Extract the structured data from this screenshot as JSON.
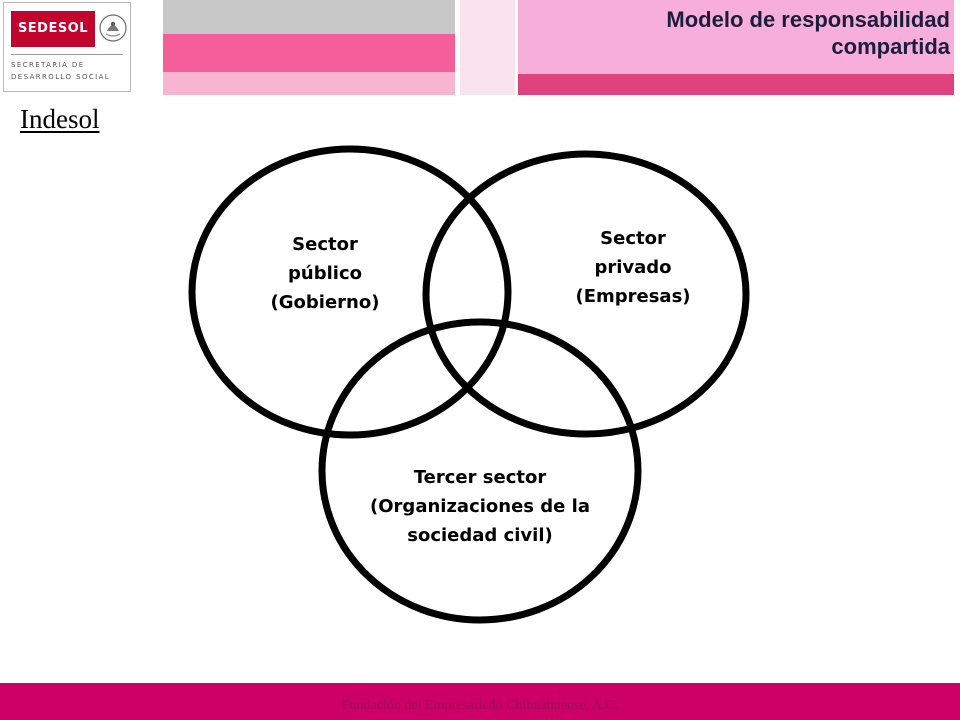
{
  "header": {
    "logo_brand": "SEDESOL",
    "logo_subtitle_line1": "SECRETARÍA DE",
    "logo_subtitle_line2": "DESARROLLO SOCIAL",
    "title_line1": "Modelo de responsabilidad",
    "title_line2": "compartida",
    "colors": {
      "brand_red": "#c2032d",
      "pink": "#f45e9b",
      "light_pink": "#f7b5d2",
      "title_bg": "#f7aedb",
      "accent_magenta": "#cc0066"
    }
  },
  "subheading": "Indesol",
  "diagram": {
    "circles": [
      {
        "name": "public",
        "lines": [
          "Sector",
          "público",
          "(Gobierno)"
        ]
      },
      {
        "name": "private",
        "lines": [
          "Sector",
          "privado",
          "(Empresas)"
        ]
      },
      {
        "name": "third",
        "lines": [
          "Tercer sector",
          "(Organizaciones de la",
          "sociedad civil)"
        ]
      }
    ]
  },
  "footer": {
    "text": "Fundación del Empresariado Chihuahuense, A.C."
  }
}
